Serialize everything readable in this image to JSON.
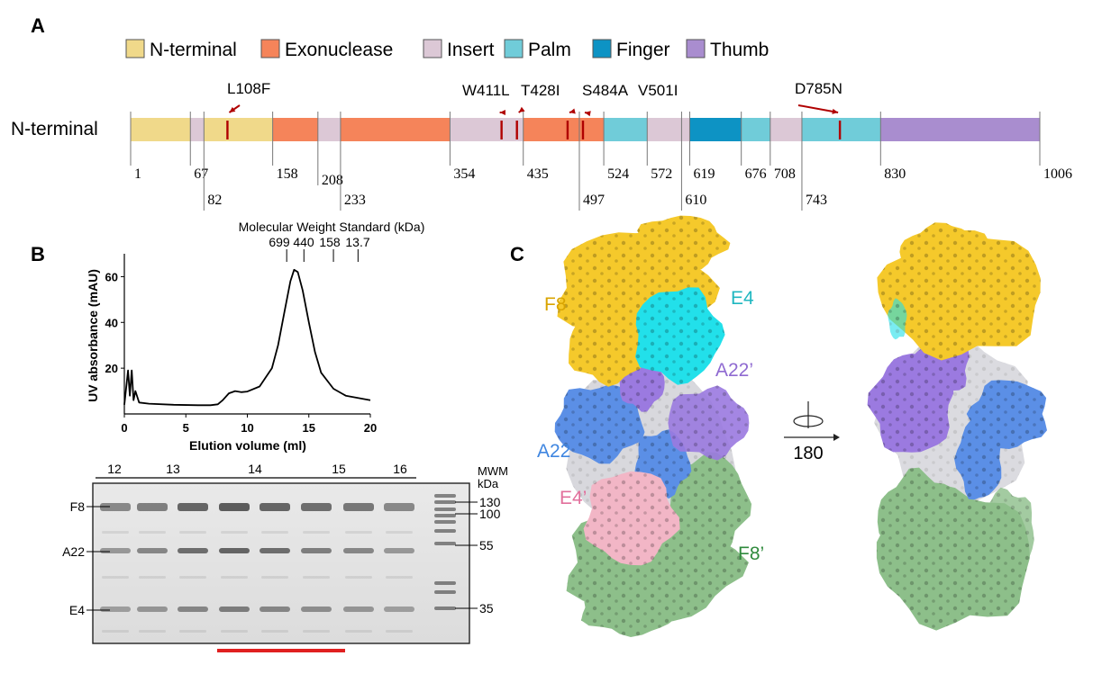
{
  "panel_labels": {
    "a": "A",
    "b": "B",
    "c": "C"
  },
  "panel_a": {
    "row_label": "N-terminal",
    "legend": [
      {
        "label": "N-terminal",
        "color": "#f0d98a"
      },
      {
        "label": "Exonuclease",
        "color": "#f5845a"
      },
      {
        "label": "Insert",
        "color": "#dcc8d6"
      },
      {
        "label": "Palm",
        "color": "#70ccd9"
      },
      {
        "label": "Finger",
        "color": "#0d93c4"
      },
      {
        "label": "Thumb",
        "color": "#a98dcf"
      }
    ],
    "domains": [
      {
        "start": 1,
        "end": 67,
        "type": "N-terminal"
      },
      {
        "start": 67,
        "end": 82,
        "type": "Insert"
      },
      {
        "start": 82,
        "end": 158,
        "type": "N-terminal"
      },
      {
        "start": 158,
        "end": 208,
        "type": "Exonuclease"
      },
      {
        "start": 208,
        "end": 233,
        "type": "Insert"
      },
      {
        "start": 233,
        "end": 354,
        "type": "Exonuclease"
      },
      {
        "start": 354,
        "end": 435,
        "type": "Insert"
      },
      {
        "start": 435,
        "end": 524,
        "type": "Exonuclease"
      },
      {
        "start": 524,
        "end": 572,
        "type": "Palm"
      },
      {
        "start": 572,
        "end": 610,
        "type": "Insert"
      },
      {
        "start": 610,
        "end": 619,
        "type": "Insert"
      },
      {
        "start": 619,
        "end": 676,
        "type": "Finger"
      },
      {
        "start": 676,
        "end": 708,
        "type": "Palm"
      },
      {
        "start": 708,
        "end": 743,
        "type": "Insert"
      },
      {
        "start": 743,
        "end": 830,
        "type": "Palm"
      },
      {
        "start": 830,
        "end": 1006,
        "type": "Thumb"
      }
    ],
    "boundaries": [
      {
        "label": "1",
        "row": 1
      },
      {
        "label": "67",
        "row": 1
      },
      {
        "label": "82",
        "row": 2
      },
      {
        "label": "158",
        "row": 1
      },
      {
        "label": "208",
        "row": 1.4
      },
      {
        "label": "233",
        "row": 2
      },
      {
        "label": "354",
        "row": 1
      },
      {
        "label": "435",
        "row": 1
      },
      {
        "label": "497",
        "row": 2
      },
      {
        "label": "524",
        "row": 1
      },
      {
        "label": "572",
        "row": 1
      },
      {
        "label": "610",
        "row": 2
      },
      {
        "label": "619",
        "row": 1
      },
      {
        "label": "676",
        "row": 1
      },
      {
        "label": "708",
        "row": 1
      },
      {
        "label": "743",
        "row": 2
      },
      {
        "label": "830",
        "row": 1
      },
      {
        "label": "1006",
        "row": 1
      }
    ],
    "mutations": [
      {
        "label": "L108F",
        "pos": 108
      },
      {
        "label": "W411L",
        "pos": 411
      },
      {
        "label": "T428I",
        "pos": 428
      },
      {
        "label": "S484A",
        "pos": 484
      },
      {
        "label": "V501I",
        "pos": 501
      },
      {
        "label": "D785N",
        "pos": 785
      }
    ]
  },
  "panel_b": {
    "chromatogram": {
      "chart_data": {
        "type": "line",
        "title": "",
        "xlabel": "Elution volume (ml)",
        "ylabel": "UV absorbance (mAU)",
        "xlim": [
          0,
          20
        ],
        "ylim": [
          0,
          70
        ],
        "xticks": [
          "0",
          "5",
          "10",
          "15",
          "20"
        ],
        "yticks": [
          "20",
          "40",
          "60"
        ],
        "x": [
          0.0,
          0.3,
          0.45,
          0.6,
          0.75,
          0.9,
          1.2,
          2.0,
          4.0,
          6.0,
          7.0,
          7.6,
          8.0,
          8.5,
          9.0,
          9.5,
          10.0,
          11.0,
          12.0,
          12.5,
          13.0,
          13.5,
          13.8,
          14.1,
          14.5,
          15.0,
          15.5,
          16.0,
          17.0,
          18.0,
          19.0,
          20.0
        ],
        "y": [
          4,
          19,
          8,
          19,
          6,
          10,
          5,
          4.5,
          4,
          3.8,
          3.8,
          4.2,
          6,
          9,
          10,
          9.5,
          9.8,
          12,
          20,
          30,
          44,
          58,
          63,
          62,
          54,
          40,
          27,
          18,
          11,
          8,
          7,
          6
        ],
        "standards": {
          "title": "Molecular Weight Standard (kDa)",
          "labels": [
            "699",
            "440",
            "158",
            "13.7"
          ],
          "x": [
            13.2,
            14.6,
            17.0,
            19.0
          ]
        }
      }
    },
    "gel": {
      "fraction_labels": [
        "12",
        "13",
        "14",
        "15",
        "16"
      ],
      "band_labels": [
        "F8",
        "A22",
        "E4"
      ],
      "marker_header_1": "MWM",
      "marker_header_2": "kDa",
      "marker_labels": [
        "130",
        "100",
        "55",
        "35"
      ],
      "pooled_bar_color": "#e02020"
    }
  },
  "panel_c": {
    "left_labels": [
      {
        "text": "F8",
        "color": "#d9a400"
      },
      {
        "text": "E4",
        "color": "#1fb7c0"
      },
      {
        "text": "A22’",
        "color": "#8f6ad1"
      },
      {
        "text": "A22",
        "color": "#3f86e0"
      },
      {
        "text": "E4’",
        "color": "#e2709c"
      },
      {
        "text": "F8’",
        "color": "#2f8a3c"
      }
    ],
    "rotation_label": "180",
    "colors": {
      "f8": "#f5c92b",
      "e4": "#22e0ea",
      "a22p": "#9b7ae0",
      "a22": "#5b8fe6",
      "e4p": "#f2b6c6",
      "f8p": "#8dbf8a",
      "grey": "#b9b9c2"
    }
  }
}
